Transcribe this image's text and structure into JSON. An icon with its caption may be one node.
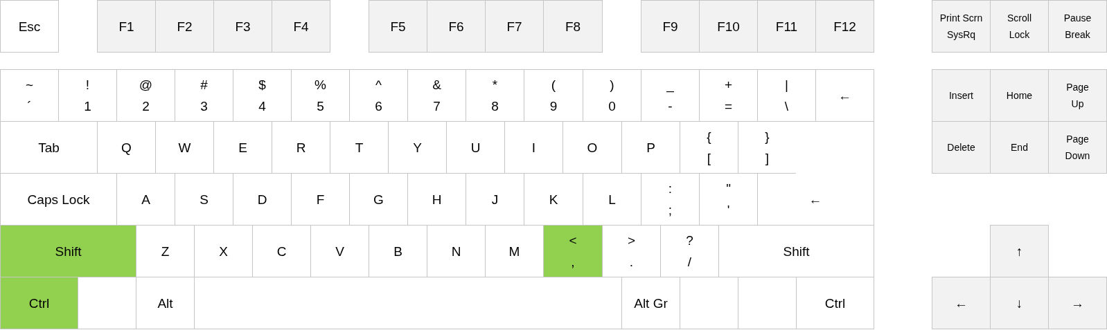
{
  "diagram": {
    "nodes": [
      {
        "text": [
          "Esc"
        ]
      },
      {
        "text": [
          "F1"
        ]
      },
      {
        "text": [
          "F2"
        ]
      },
      {
        "text": [
          "F3"
        ]
      },
      {
        "text": [
          "F4"
        ]
      },
      {
        "text": [
          "F5"
        ]
      },
      {
        "text": [
          "F6"
        ]
      },
      {
        "text": [
          "F7"
        ]
      },
      {
        "text": [
          "F8"
        ]
      },
      {
        "text": [
          "F9"
        ]
      },
      {
        "text": [
          "F10"
        ]
      },
      {
        "text": [
          "F11"
        ]
      },
      {
        "text": [
          "F12"
        ]
      },
      {
        "text": [
          "Print Scrn",
          "SysRq"
        ]
      },
      {
        "text": [
          "Scroll Lock"
        ]
      },
      {
        "text": [
          "Pause",
          "Break"
        ]
      },
      {
        "text": [
          "~",
          "´"
        ]
      },
      {
        "text": [
          "!",
          "1"
        ]
      },
      {
        "text": [
          "@",
          "2"
        ]
      },
      {
        "text": [
          "#",
          "3"
        ]
      },
      {
        "text": [
          "$",
          "4"
        ]
      },
      {
        "text": [
          "%",
          "5"
        ]
      },
      {
        "text": [
          "^",
          "6"
        ]
      },
      {
        "text": [
          "&",
          "7"
        ]
      },
      {
        "text": [
          "*",
          "8"
        ]
      },
      {
        "text": [
          "(",
          "9"
        ]
      },
      {
        "text": [
          ")",
          "0"
        ]
      },
      {
        "text": [
          "_",
          "-"
        ]
      },
      {
        "text": [
          "+",
          "="
        ]
      },
      {
        "text": [
          "|",
          "\\"
        ]
      },
      {
        "text": [
          "←"
        ]
      },
      {
        "text": [
          "Insert"
        ]
      },
      {
        "text": [
          "Home"
        ]
      },
      {
        "text": [
          "Page Up"
        ]
      },
      {
        "text": [
          "Tab"
        ]
      },
      {
        "text": [
          "Q"
        ]
      },
      {
        "text": [
          "W"
        ]
      },
      {
        "text": [
          "E"
        ]
      },
      {
        "text": [
          "R"
        ]
      },
      {
        "text": [
          "T"
        ]
      },
      {
        "text": [
          "Y"
        ]
      },
      {
        "text": [
          "U"
        ]
      },
      {
        "text": [
          "I"
        ]
      },
      {
        "text": [
          "O"
        ]
      },
      {
        "text": [
          "P"
        ]
      },
      {
        "text": [
          "{",
          "["
        ]
      },
      {
        "text": [
          "}",
          "]"
        ]
      },
      {
        "text": [
          "Delete"
        ]
      },
      {
        "text": [
          "End"
        ]
      },
      {
        "text": [
          "Page Down"
        ]
      },
      {
        "text": [
          "Caps Lock"
        ]
      },
      {
        "text": [
          "A"
        ]
      },
      {
        "text": [
          "S"
        ]
      },
      {
        "text": [
          "D"
        ]
      },
      {
        "text": [
          "F"
        ]
      },
      {
        "text": [
          "G"
        ]
      },
      {
        "text": [
          "H"
        ]
      },
      {
        "text": [
          "J"
        ]
      },
      {
        "text": [
          "K"
        ]
      },
      {
        "text": [
          "L"
        ]
      },
      {
        "text": [
          ":",
          ";"
        ]
      },
      {
        "text": [
          "\"",
          "'"
        ]
      },
      {
        "text": [
          "←"
        ]
      },
      {
        "text": [
          "Shift"
        ]
      },
      {
        "text": [
          "Z"
        ]
      },
      {
        "text": [
          "X"
        ]
      },
      {
        "text": [
          "C"
        ]
      },
      {
        "text": [
          "V"
        ]
      },
      {
        "text": [
          "B"
        ]
      },
      {
        "text": [
          "N"
        ]
      },
      {
        "text": [
          "M"
        ]
      },
      {
        "text": [
          "<",
          ","
        ]
      },
      {
        "text": [
          ">",
          "."
        ]
      },
      {
        "text": [
          "?",
          "/"
        ]
      },
      {
        "text": [
          "Shift"
        ]
      },
      {
        "text": [
          "↑"
        ]
      },
      {
        "text": [
          "Ctrl"
        ]
      },
      {
        "text": [],
        "shape": "box"
      },
      {
        "text": [
          "Alt"
        ]
      },
      {
        "text": [],
        "shape": "box"
      },
      {
        "text": [
          "Alt Gr"
        ]
      },
      {
        "text": [],
        "shape": "box"
      },
      {
        "text": [],
        "shape": "box"
      },
      {
        "text": [
          "Ctrl"
        ]
      },
      {
        "text": [
          "←"
        ]
      },
      {
        "text": [
          "↓"
        ]
      },
      {
        "text": [
          "→"
        ]
      }
    ]
  }
}
